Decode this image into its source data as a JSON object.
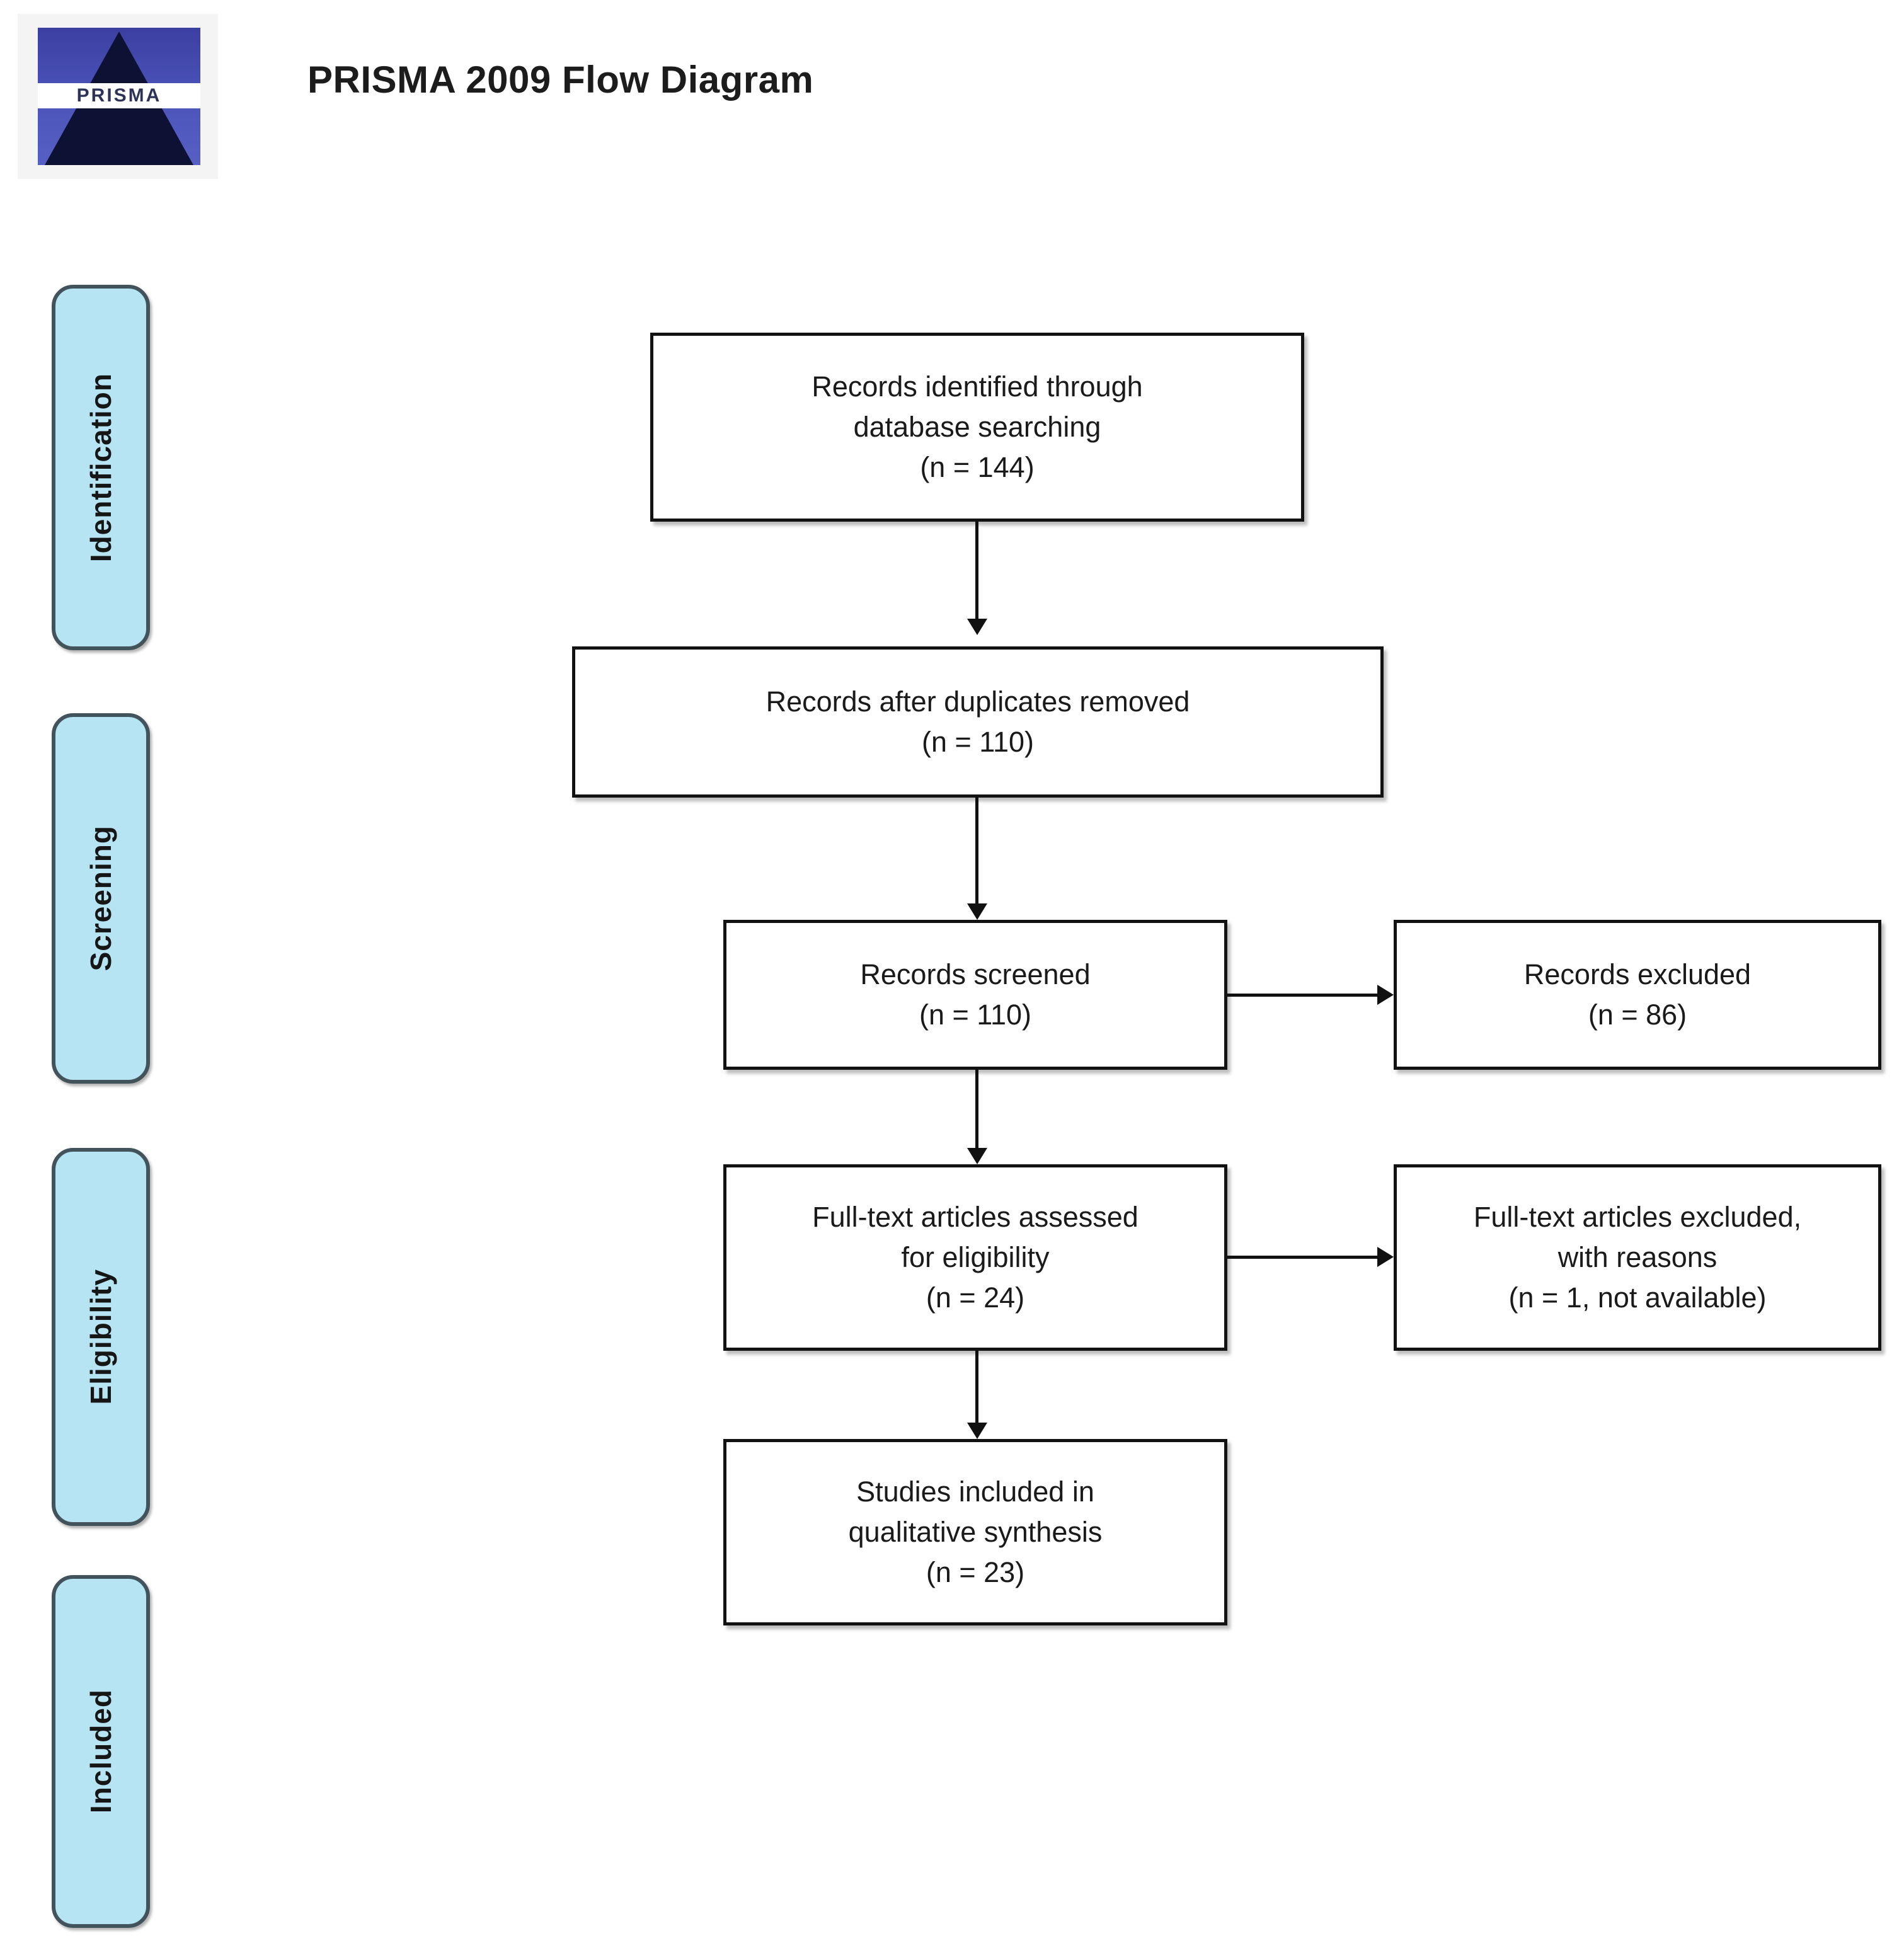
{
  "header": {
    "title": "PRISMA 2009 Flow Diagram",
    "logo_alt": "prisma-logo",
    "logo_wordmark": "PRISMA"
  },
  "stages": [
    {
      "label": "Identification"
    },
    {
      "label": "Screening"
    },
    {
      "label": "Eligibility"
    },
    {
      "label": "Included"
    }
  ],
  "boxes": {
    "identified": {
      "line1": "Records identified through",
      "line2": "database searching",
      "line3": "(n = 144)"
    },
    "duplicates_removed": {
      "line1": "Records after duplicates removed",
      "line2": "(n = 110)"
    },
    "screened": {
      "line1": "Records screened",
      "line2": "(n = 110)"
    },
    "records_excluded": {
      "line1": "Records excluded",
      "line2": "(n = 86)"
    },
    "fulltext_assessed": {
      "line1": "Full-text articles assessed",
      "line2": "for eligibility",
      "line3": "(n = 24)"
    },
    "fulltext_excluded": {
      "line1": "Full-text articles excluded,",
      "line2": "with reasons",
      "line3": "(n = 1, not available)"
    },
    "included_qualitative": {
      "line1": "Studies included in",
      "line2": "qualitative synthesis",
      "line3": "(n = 23)"
    }
  },
  "chart_data": {
    "type": "diagram",
    "title": "PRISMA 2009 Flow Diagram",
    "stages": [
      "Identification",
      "Screening",
      "Eligibility",
      "Included"
    ],
    "nodes": [
      {
        "id": "identified",
        "stage": "Identification",
        "label": "Records identified through database searching",
        "n": 144
      },
      {
        "id": "duplicates_removed",
        "stage": "Screening",
        "label": "Records after duplicates removed",
        "n": 110
      },
      {
        "id": "screened",
        "stage": "Screening",
        "label": "Records screened",
        "n": 110
      },
      {
        "id": "records_excluded",
        "stage": "Screening",
        "label": "Records excluded",
        "n": 86
      },
      {
        "id": "fulltext_assessed",
        "stage": "Eligibility",
        "label": "Full-text articles assessed for eligibility",
        "n": 24
      },
      {
        "id": "fulltext_excluded",
        "stage": "Eligibility",
        "label": "Full-text articles excluded, with reasons",
        "n": 1,
        "reason": "not available"
      },
      {
        "id": "included_qualitative",
        "stage": "Included",
        "label": "Studies included in qualitative synthesis",
        "n": 23
      }
    ],
    "edges": [
      {
        "from": "identified",
        "to": "duplicates_removed",
        "direction": "down"
      },
      {
        "from": "duplicates_removed",
        "to": "screened",
        "direction": "down"
      },
      {
        "from": "screened",
        "to": "records_excluded",
        "direction": "right"
      },
      {
        "from": "screened",
        "to": "fulltext_assessed",
        "direction": "down"
      },
      {
        "from": "fulltext_assessed",
        "to": "fulltext_excluded",
        "direction": "right"
      },
      {
        "from": "fulltext_assessed",
        "to": "included_qualitative",
        "direction": "down"
      }
    ],
    "colors": {
      "stage_pill_fill": "#b6e4f3",
      "stage_pill_border": "#43535c",
      "box_border": "#121212",
      "box_fill": "#ffffff",
      "connector": "#111111",
      "logo_blue": "#4a52b8",
      "logo_navy": "#0d1133"
    }
  }
}
